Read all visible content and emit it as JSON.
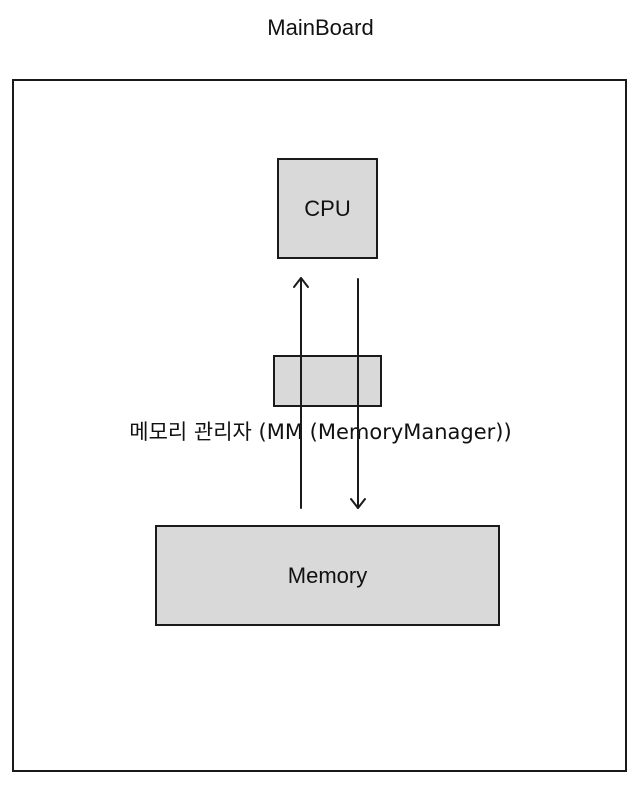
{
  "diagram": {
    "title": "MainBoard",
    "cpu_label": "CPU",
    "mm_label": "메모리 관리자 (MM (MemoryManager))",
    "memory_label": "Memory"
  },
  "colors": {
    "box_fill": "#d9d9d9",
    "stroke": "#1a1a1a",
    "background": "#ffffff"
  }
}
